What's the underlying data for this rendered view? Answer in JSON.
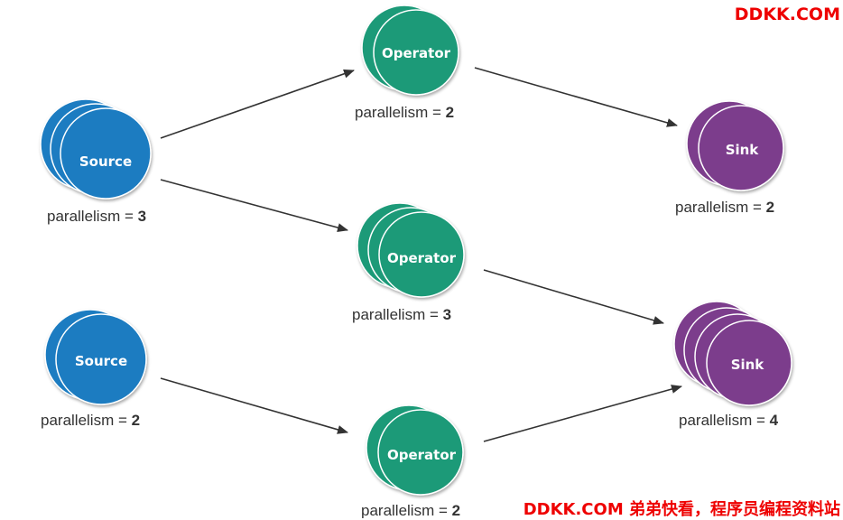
{
  "watermark_top": "DDKK.COM",
  "watermark_bottom": "DDKK.COM 弟弟快看，程序员编程资料站",
  "colors": {
    "source": "#1a7cc1",
    "operator": "#1d9a78",
    "sink": "#7b3d8c",
    "arrow": "#333333"
  },
  "nodes": {
    "source1": {
      "label": "Source",
      "parallelism_text": "parallelism = ",
      "parallelism": "3"
    },
    "source2": {
      "label": "Source",
      "parallelism_text": "parallelism = ",
      "parallelism": "2"
    },
    "operator1": {
      "label": "Operator",
      "parallelism_text": "parallelism = ",
      "parallelism": "2"
    },
    "operator2": {
      "label": "Operator",
      "parallelism_text": "parallelism = ",
      "parallelism": "3"
    },
    "operator3": {
      "label": "Operator",
      "parallelism_text": "parallelism = ",
      "parallelism": "2"
    },
    "sink1": {
      "label": "Sink",
      "parallelism_text": "parallelism = ",
      "parallelism": "2"
    },
    "sink2": {
      "label": "Sink",
      "parallelism_text": "parallelism = ",
      "parallelism": "4"
    }
  }
}
